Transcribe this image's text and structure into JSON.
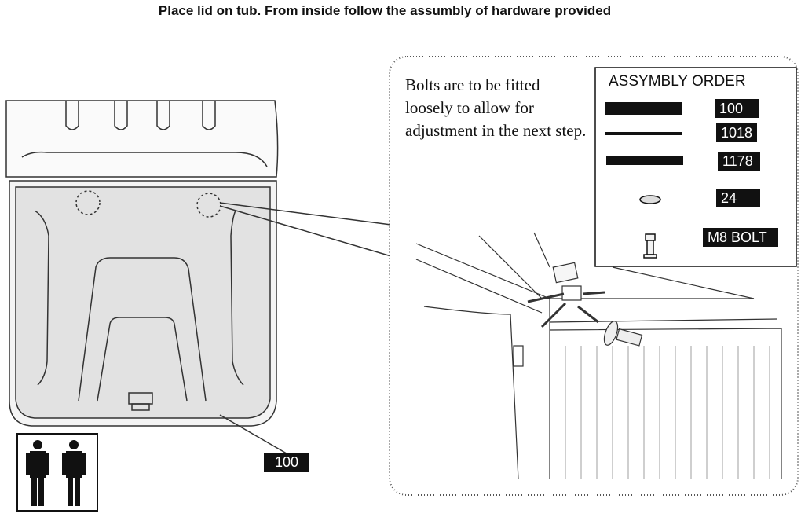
{
  "title": "Place lid on tub. From inside follow the assumbly of hardware provided",
  "note": "Bolts are to be fitted loosely to allow for adjustment in the next step.",
  "assembly_order": {
    "heading": "ASSYMBLY ORDER",
    "items": [
      {
        "icon": "thick-strip-icon",
        "label": "100"
      },
      {
        "icon": "thin-strip-icon",
        "label": "1018"
      },
      {
        "icon": "medium-strip-icon",
        "label": "1178"
      },
      {
        "icon": "washer-icon",
        "label": "24"
      },
      {
        "icon": "bolt-icon",
        "label": "M8 BOLT"
      }
    ]
  },
  "part_label": "100",
  "people_icon": "two-person-lift-icon"
}
